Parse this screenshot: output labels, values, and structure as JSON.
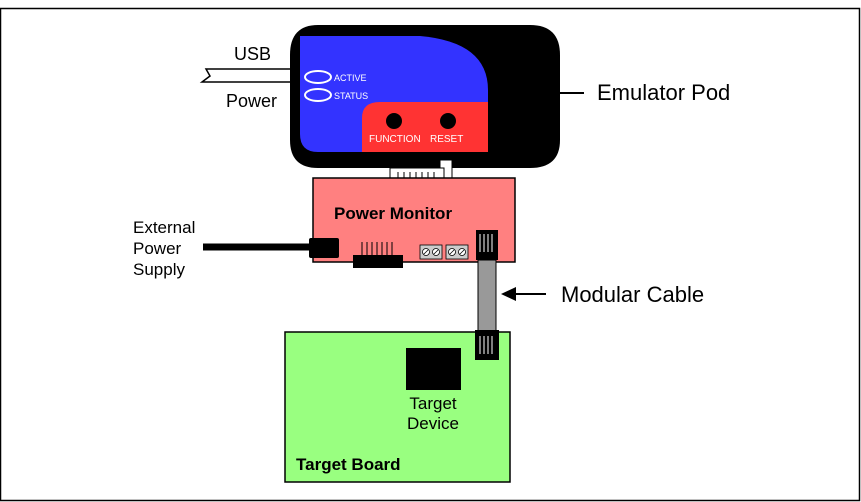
{
  "labels": {
    "usb": "USB",
    "power": "Power",
    "active": "ACTIVE",
    "status": "STATUS",
    "function": "FUNCTION",
    "reset": "RESET",
    "emulator_pod": "Emulator Pod",
    "power_monitor": "Power Monitor",
    "external_line1": "External",
    "external_line2": "Power",
    "external_line3": "Supply",
    "modular_cable": "Modular Cable",
    "target_line1": "Target",
    "target_line2": "Device",
    "target_board": "Target Board"
  },
  "colors": {
    "pod_body": "#000000",
    "pod_face": "#3333ff",
    "pod_button_panel": "#ff3333",
    "power_monitor": "#ff8080",
    "target_board": "#99ff80",
    "cable": "#999999"
  },
  "icons": {
    "arrow": "left-arrow-icon",
    "screw": "screw-terminal-icon",
    "connector": "modular-connector-icon"
  }
}
